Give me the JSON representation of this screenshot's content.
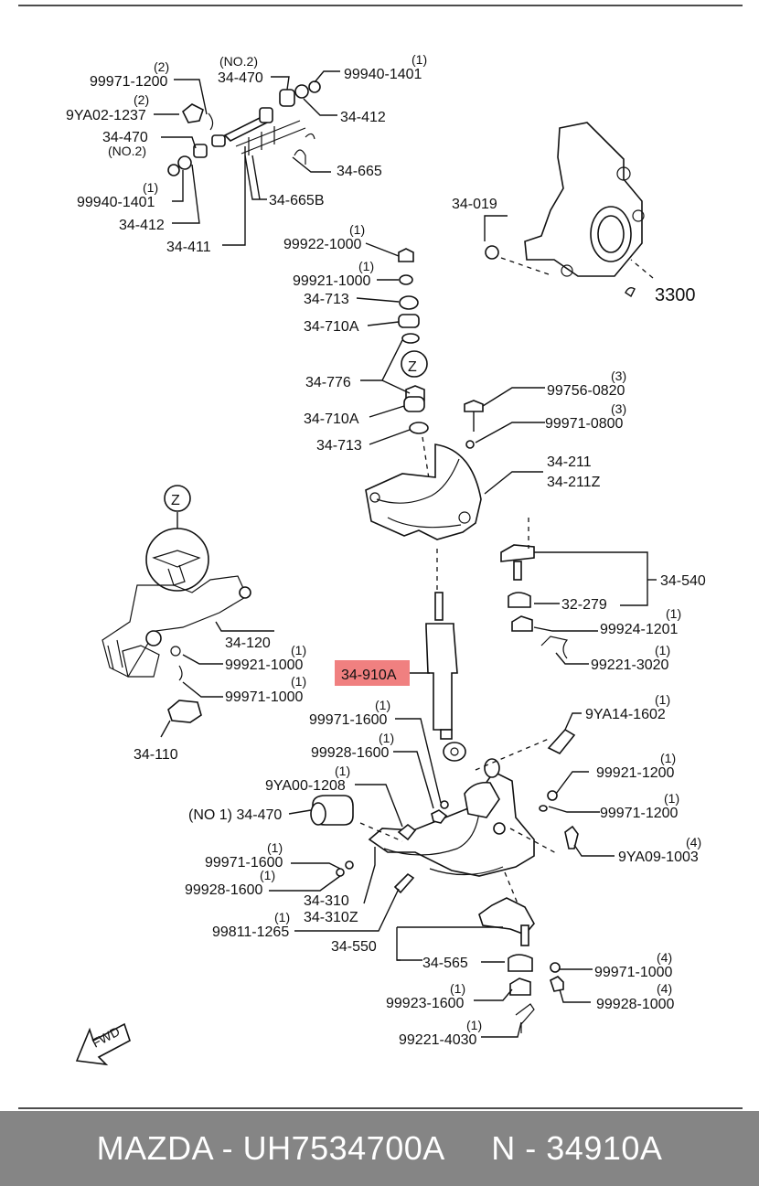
{
  "callouts": [
    {
      "id": "c1",
      "qty": "(2)",
      "label": "99971-1200"
    },
    {
      "id": "c2",
      "qty": "(2)",
      "label": "9YA02-1237"
    },
    {
      "id": "c3",
      "qty": "(NO.2)",
      "label": "34-470"
    },
    {
      "id": "c4",
      "qty": "(1)",
      "label": "99940-1401"
    },
    {
      "id": "c5",
      "qty": "",
      "label": "34-412"
    },
    {
      "id": "c6",
      "qty": "(NO.2)",
      "label": "34-470"
    },
    {
      "id": "c7",
      "qty": "",
      "label": "34-665"
    },
    {
      "id": "c8",
      "qty": "(1)",
      "label": "99940-1401"
    },
    {
      "id": "c9",
      "qty": "",
      "label": "34-665B"
    },
    {
      "id": "c10",
      "qty": "",
      "label": "34-412"
    },
    {
      "id": "c11",
      "qty": "",
      "label": "34-411"
    },
    {
      "id": "c12",
      "qty": "",
      "label": "34-019"
    },
    {
      "id": "c13",
      "qty": "",
      "label": "3300"
    },
    {
      "id": "c14",
      "qty": "(1)",
      "label": "99922-1000"
    },
    {
      "id": "c15",
      "qty": "(1)",
      "label": "99921-1000"
    },
    {
      "id": "c16",
      "qty": "",
      "label": "34-713"
    },
    {
      "id": "c17",
      "qty": "",
      "label": "34-710A"
    },
    {
      "id": "c18",
      "qty": "",
      "label": "34-776"
    },
    {
      "id": "c19",
      "qty": "",
      "label": "34-710A"
    },
    {
      "id": "c20",
      "qty": "",
      "label": "34-713"
    },
    {
      "id": "c21",
      "qty": "(3)",
      "label": "99756-0820"
    },
    {
      "id": "c22",
      "qty": "(3)",
      "label": "99971-0800"
    },
    {
      "id": "c23",
      "qty": "",
      "label": "34-211"
    },
    {
      "id": "c24",
      "qty": "",
      "label": "34-211Z"
    },
    {
      "id": "c25",
      "qty": "",
      "label": "34-540"
    },
    {
      "id": "c26",
      "qty": "",
      "label": "32-279"
    },
    {
      "id": "c27",
      "qty": "(1)",
      "label": "99924-1201"
    },
    {
      "id": "c28",
      "qty": "(1)",
      "label": "99221-3020"
    },
    {
      "id": "c29",
      "qty": "",
      "label": "34-120"
    },
    {
      "id": "c30",
      "qty": "(1)",
      "label": "99921-1000"
    },
    {
      "id": "c31",
      "qty": "(1)",
      "label": "99971-1000"
    },
    {
      "id": "c32",
      "qty": "",
      "label": "34-110"
    },
    {
      "id": "c33",
      "qty": "",
      "label": "34-910A"
    },
    {
      "id": "c34",
      "qty": "(1)",
      "label": "99971-1600"
    },
    {
      "id": "c35",
      "qty": "(1)",
      "label": "99928-1600"
    },
    {
      "id": "c36",
      "qty": "(1)",
      "label": "9YA00-1208"
    },
    {
      "id": "c37",
      "qty": "",
      "label": "(NO 1) 34-470"
    },
    {
      "id": "c38",
      "qty": "(1)",
      "label": "9YA14-1602"
    },
    {
      "id": "c39",
      "qty": "(1)",
      "label": "99921-1200"
    },
    {
      "id": "c40",
      "qty": "(1)",
      "label": "99971-1200"
    },
    {
      "id": "c41",
      "qty": "(4)",
      "label": "9YA09-1003"
    },
    {
      "id": "c42",
      "qty": "(1)",
      "label": "99971-1600"
    },
    {
      "id": "c43",
      "qty": "(1)",
      "label": "99928-1600"
    },
    {
      "id": "c44",
      "qty": "",
      "label": "34-310"
    },
    {
      "id": "c45",
      "qty": "",
      "label": "34-310Z"
    },
    {
      "id": "c46",
      "qty": "(1)",
      "label": "99811-1265"
    },
    {
      "id": "c47",
      "qty": "",
      "label": "34-550"
    },
    {
      "id": "c48",
      "qty": "",
      "label": "34-565"
    },
    {
      "id": "c49",
      "qty": "(4)",
      "label": "99971-1000"
    },
    {
      "id": "c50",
      "qty": "(1)",
      "label": "99923-1600"
    },
    {
      "id": "c51",
      "qty": "(4)",
      "label": "99928-1000"
    },
    {
      "id": "c52",
      "qty": "(1)",
      "label": "99221-4030"
    }
  ],
  "detail_markers": [
    "Z",
    "Z"
  ],
  "fwd_label": "FWD",
  "highlight_color": "#f08080",
  "footer": {
    "brand": "MAZDA",
    "part_number": "UH7534700A",
    "ref": "N - 34910A",
    "text": "MAZDA - UH7534700A     N - 34910A"
  }
}
